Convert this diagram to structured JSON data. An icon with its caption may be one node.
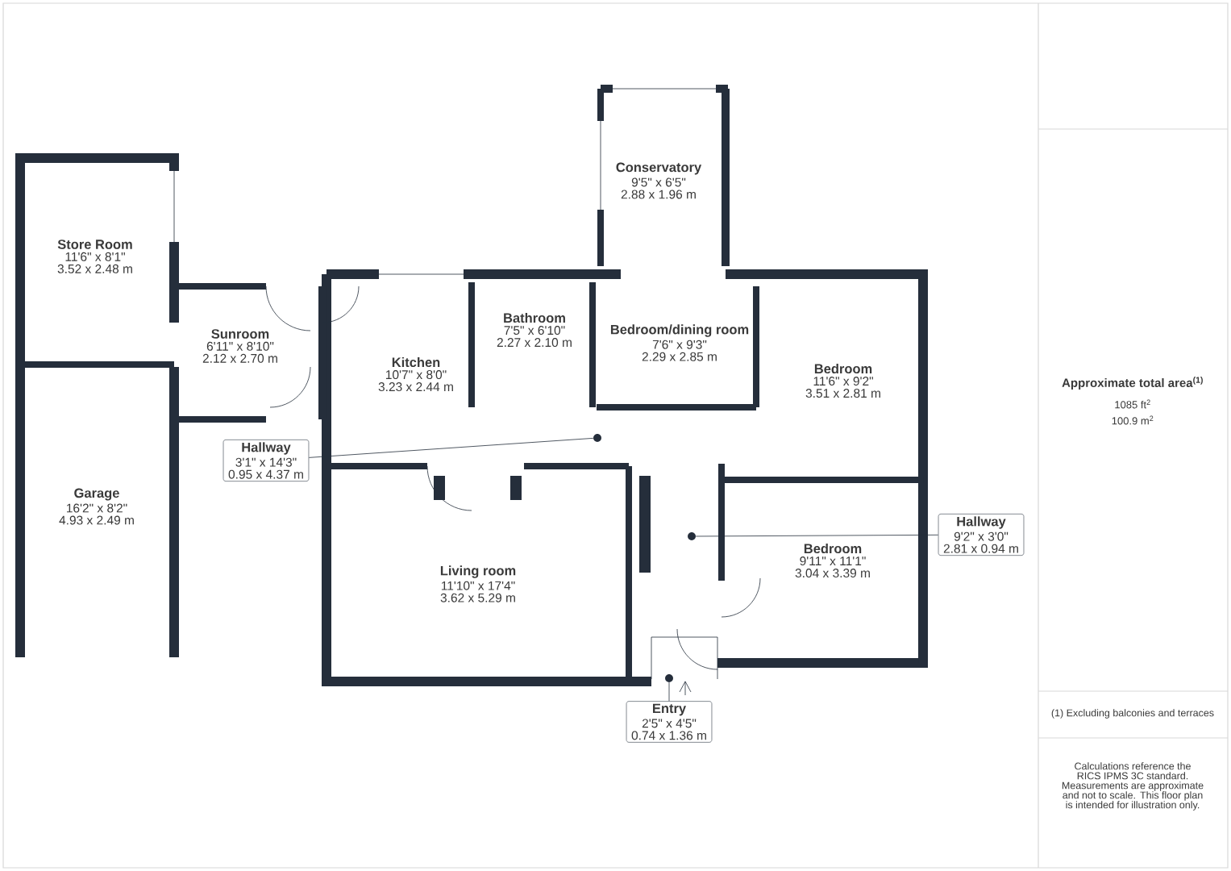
{
  "diagram": {
    "nodes": [
      {
        "text": [
          "Store Room",
          "11'6\" x 8'1\"",
          "3.52 x 2.48 m"
        ]
      },
      {
        "text": [
          "Garage",
          "16'2\" x 8'2\"",
          "4.93 x 2.49 m"
        ]
      },
      {
        "text": [
          "Sunroom",
          "6'11\" x 8'10\"",
          "2.12 x 2.70 m"
        ]
      },
      {
        "text": [
          "Kitchen",
          "10'7\" x 8'0\"",
          "3.23 x 2.44 m"
        ]
      },
      {
        "text": [
          "Bathroom",
          "7'5\" x 6'10\"",
          "2.27 x 2.10 m"
        ]
      },
      {
        "text": [
          "Conservatory",
          "9'5\" x 6'5\"",
          "2.88 x 1.96 m"
        ]
      },
      {
        "text": [
          "Bedroom/dining room",
          "7'6\" x 9'3\"",
          "2.29 x 2.85 m"
        ]
      },
      {
        "text": [
          "Bedroom",
          "11'6\" x 9'2\"",
          "3.51 x 2.81 m"
        ]
      },
      {
        "text": [
          "Living room",
          "11'10\" x 17'4\"",
          "3.62 x 5.29 m"
        ]
      },
      {
        "text": [
          "Bedroom",
          "9'11\" x 11'1\"",
          "3.04 x 3.39 m"
        ]
      },
      {
        "text": [
          "Hallway",
          "3'1\" x 14'3\"",
          "0.95 x 4.37 m"
        ]
      },
      {
        "text": [],
        "shape": "circle"
      },
      {
        "text": [
          "Hallway",
          "9'2\" x 3'0\"",
          "2.81 x 0.94 m"
        ]
      },
      {
        "text": [],
        "shape": "circle"
      },
      {
        "text": [
          "Entry",
          "2'5\" x 4'5\"",
          "0.74 x 1.36 m"
        ]
      },
      {
        "text": [],
        "shape": "circle"
      }
    ],
    "edges": [
      {
        "from": 10,
        "to": 11,
        "arrow": "none"
      },
      {
        "from": 12,
        "to": 13,
        "arrow": "none"
      },
      {
        "from": 14,
        "to": 15,
        "arrow": "none"
      }
    ],
    "labels": [
      "Approximate total area$^{(1)}$",
      "1085 ft$^{2}$",
      "100.9 m$^{2}$",
      "(1) Excluding balconies and terraces",
      "Calculations reference the RICS IPMS 3C standard. Measurements are approximate and not to scale. This floor plan is intended for illustration only."
    ]
  }
}
